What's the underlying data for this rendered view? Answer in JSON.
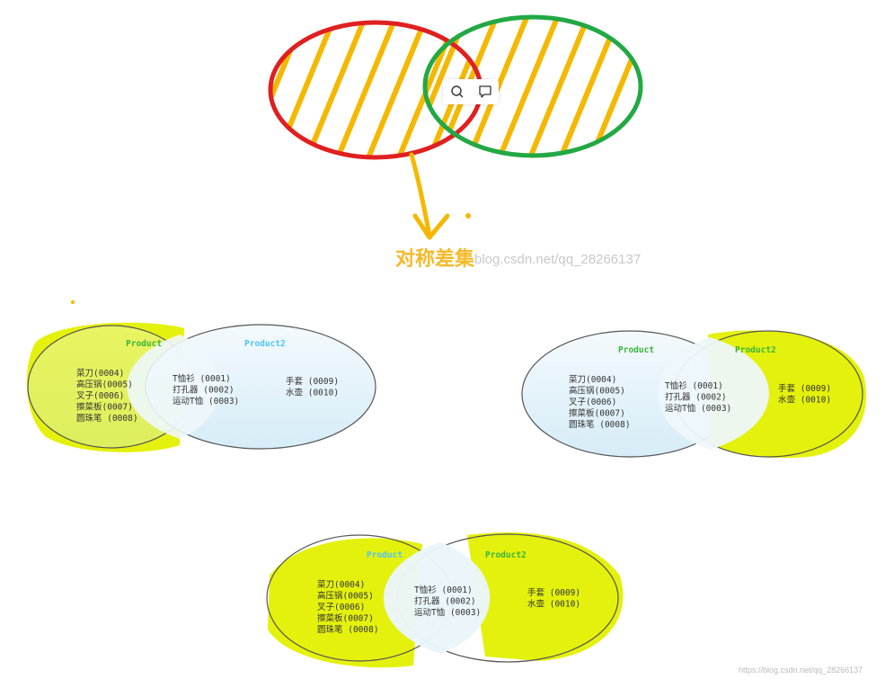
{
  "title": "对称差集",
  "watermark_center": "blog.csdn.net/qq_28266137",
  "watermark_corner": "https://blog.csdn.net/qq_28266137",
  "toolbar": {
    "icons": [
      "search-icon",
      "comment-icon"
    ]
  },
  "colors": {
    "left_circle": "#e02020",
    "right_circle": "#22a844",
    "hatch": "#f5b800",
    "highlight": "#e8f200",
    "product_label": "#4fc3f7",
    "highlight_label": "#3ab53a"
  },
  "diagrams": [
    {
      "label_left": "Product",
      "label_right": "Product2",
      "left_items": [
        "菜刀(0004)",
        "高压锅(0005)",
        "叉子(0006)",
        "擦菜板(0007)",
        "圆珠笔 (0008)"
      ],
      "center_items": [
        "T恤衫 (0001)",
        "打孔器 (0002)",
        "运动T恤 (0003)"
      ],
      "right_items": [
        "手套 (0009)",
        "水壶 (0010)"
      ]
    },
    {
      "label_left": "Product",
      "label_right": "Product2",
      "left_items": [
        "菜刀(0004)",
        "高压锅(0005)",
        "叉子(0006)",
        "擦菜板(0007)",
        "圆珠笔 (0008)"
      ],
      "center_items": [
        "T恤衫 (0001)",
        "打孔器 (0002)",
        "运动T恤 (0003)"
      ],
      "right_items": [
        "手套 (0009)",
        "水壶 (0010)"
      ]
    },
    {
      "label_left": "Product",
      "label_right": "Product2",
      "left_items": [
        "菜刀(0004)",
        "高压锅(0005)",
        "叉子(0006)",
        "擦菜板(0007)",
        "圆珠笔 (0008)"
      ],
      "center_items": [
        "T恤衫 (0001)",
        "打孔器 (0002)",
        "运动T恤 (0003)"
      ],
      "right_items": [
        "手套 (0009)",
        "水壶 (0010)"
      ]
    }
  ]
}
